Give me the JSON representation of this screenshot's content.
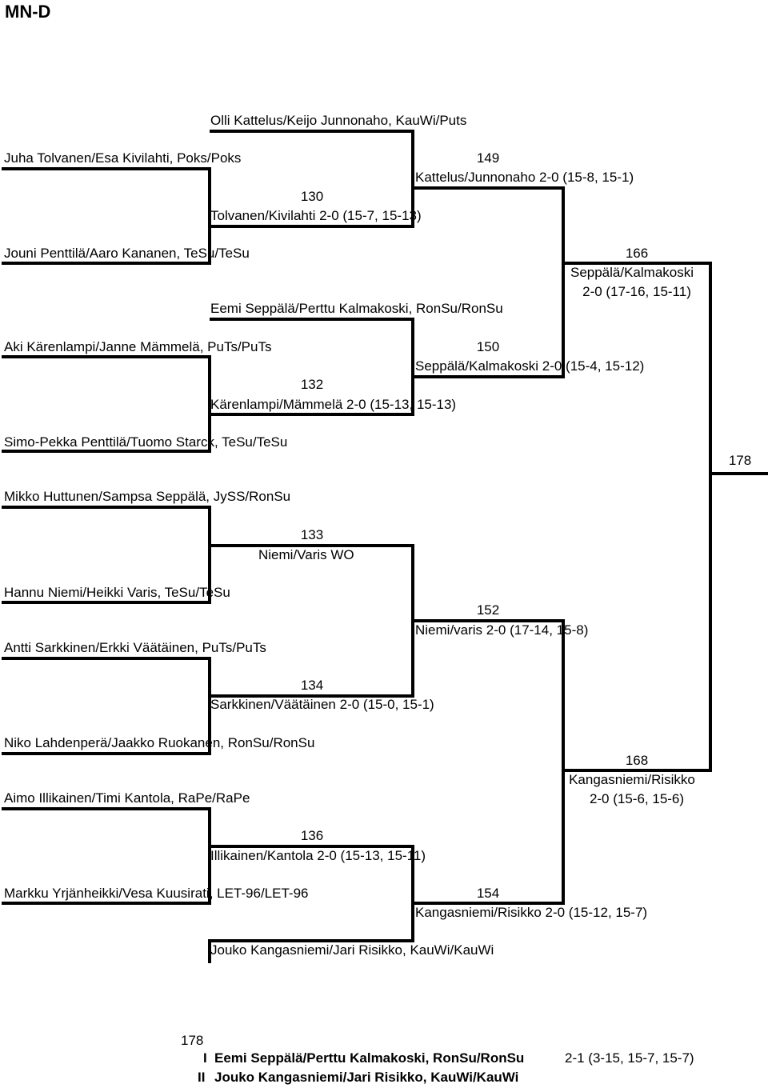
{
  "title": "MN-D",
  "players": {
    "p0": "Olli Kattelus/Keijo Junnonaho, KauWi/Puts",
    "p1": "Juha Tolvanen/Esa Kivilahti, Poks/Poks",
    "p2": "Jouni Penttilä/Aaro Kananen, TeSu/TeSu",
    "p3": "Eemi Seppälä/Perttu Kalmakoski, RonSu/RonSu",
    "p4": "Aki Kärenlampi/Janne Mämmelä, PuTs/PuTs",
    "p5": "Simo-Pekka Penttilä/Tuomo Starck, TeSu/TeSu",
    "p6": "Mikko Huttunen/Sampsa Seppälä, JySS/RonSu",
    "p7": "Hannu Niemi/Heikki Varis, TeSu/TeSu",
    "p8": "Antti Sarkkinen/Erkki Väätäinen, PuTs/PuTs",
    "p9": "Niko Lahdenperä/Jaakko Ruokanen, RonSu/RonSu",
    "p10": "Aimo Illikainen/Timi Kantola, RaPe/RaPe",
    "p11": "Markku Yrjänheikki/Vesa Kuusirati, LET-96/LET-96",
    "p12": "Jouko Kangasniemi/Jari Risikko, KauWi/KauWi"
  },
  "matches": {
    "m130": {
      "num": "130",
      "result": "Tolvanen/Kivilahti 2-0 (15-7, 15-13)"
    },
    "m132": {
      "num": "132",
      "result": "Kärenlampi/Mämmelä 2-0 (15-13, 15-13)"
    },
    "m133": {
      "num": "133",
      "result": "Niemi/Varis WO"
    },
    "m134": {
      "num": "134",
      "result": "Sarkkinen/Väätäinen 2-0 (15-0, 15-1)"
    },
    "m136": {
      "num": "136",
      "result": "Illikainen/Kantola 2-0 (15-13, 15-11)"
    },
    "m149": {
      "num": "149",
      "result": "Kattelus/Junnonaho 2-0 (15-8, 15-1)"
    },
    "m150": {
      "num": "150",
      "result": "Seppälä/Kalmakoski 2-0 (15-4, 15-12)"
    },
    "m152": {
      "num": "152",
      "result": "Niemi/varis 2-0 (17-14, 15-8)"
    },
    "m154": {
      "num": "154",
      "result": "Kangasniemi/Risikko 2-0 (15-12, 15-7)"
    },
    "m166": {
      "num": "166",
      "result1": "Seppälä/Kalmakoski",
      "result2": "2-0 (17-16, 15-11)"
    },
    "m168": {
      "num": "168",
      "result1": "Kangasniemi/Risikko",
      "result2": "2-0 (15-6, 15-6)"
    },
    "m178": {
      "num": "178"
    }
  },
  "final_result": {
    "num": "178",
    "first_rank": "I",
    "first": "Eemi Seppälä/Perttu Kalmakoski, RonSu/RonSu",
    "score": "2-1 (3-15, 15-7, 15-7)",
    "second_rank": "II",
    "second": "Jouko Kangasniemi/Jari Risikko, KauWi/KauWi"
  }
}
